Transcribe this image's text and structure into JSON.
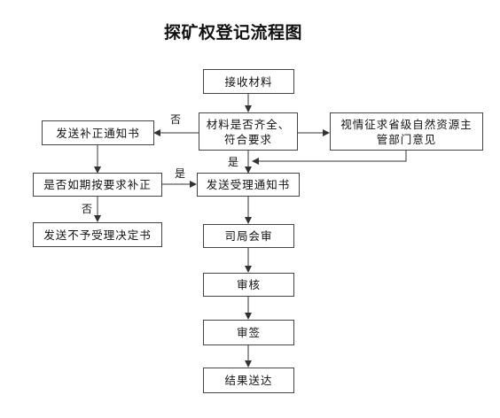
{
  "title": "探矿权登记流程图",
  "nodes": {
    "receive": "接收材料",
    "check": "材料是否齐全、符合要求",
    "notify_supplement": "发送补正通知书",
    "consult": "视情征求省级自然资源主管部门意见",
    "ontime": "是否如期按要求补正",
    "accept_notice": "发送受理通知书",
    "reject_notice": "发送不予受理决定书",
    "bureau_review": "司局会审",
    "review": "审核",
    "sign": "审签",
    "deliver": "结果送达"
  },
  "labels": {
    "no": "否",
    "yes": "是"
  }
}
